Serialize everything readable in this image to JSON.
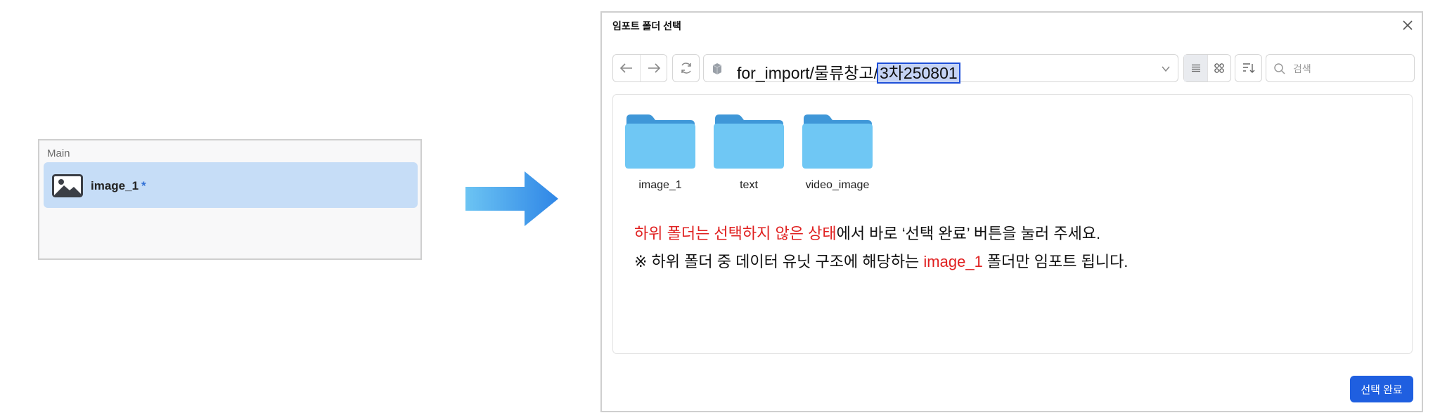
{
  "structure_panel": {
    "title": "Main",
    "item": {
      "label": "image_1",
      "marker": "*"
    }
  },
  "dialog": {
    "title": "임포트 폴더 선택",
    "path": {
      "prefix": "for_import/물류창고/",
      "selected": "3차250801"
    },
    "search": {
      "placeholder": "검색"
    },
    "folders": [
      {
        "name": "image_1"
      },
      {
        "name": "text"
      },
      {
        "name": "video_image"
      }
    ],
    "note_line1": {
      "red": "하위 폴더는 선택하지 않은 상태",
      "rest": "에서 바로 ‘선택 완료’ 버튼을 눌러 주세요."
    },
    "note_line2": {
      "before": "※ 하위 폴더 중 데이터 유닛 구조에 해당하는 ",
      "red": "image_1",
      "after": " 폴더만 임포트 됩니다."
    },
    "confirm_label": "선택 완료"
  },
  "colors": {
    "accent": "#1f5fe0",
    "highlight_red": "#e02020",
    "selected_item_bg": "#c6ddf7",
    "folder_blue": "#5cbcf2"
  },
  "icons": [
    "image-icon",
    "arrow-right-icon",
    "close-icon",
    "back-arrow-icon",
    "forward-arrow-icon",
    "refresh-icon",
    "database-icon",
    "chevron-down-icon",
    "list-view-icon",
    "grid-view-icon",
    "sort-icon",
    "search-icon",
    "folder-icon"
  ]
}
